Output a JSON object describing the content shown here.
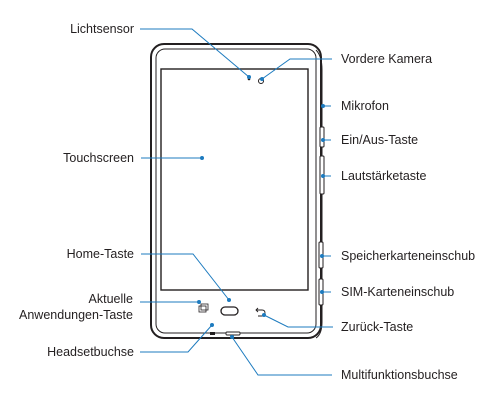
{
  "colors": {
    "leader": "#1d7bbf",
    "device_outline": "#231f20",
    "text": "#231f20"
  },
  "labels": {
    "lichtsensor": "Lichtsensor",
    "vordere_kamera": "Vordere Kamera",
    "mikrofon": "Mikrofon",
    "ein_aus_taste": "Ein/Aus-Taste",
    "touchscreen": "Touchscreen",
    "lautstaerketaste": "Lautstärketaste",
    "home_taste": "Home-Taste",
    "speicherkarteneinschub": "Speicherkarteneinschub",
    "sim_karteneinschub": "SIM-Karteneinschub",
    "aktuelle_line1": "Aktuelle",
    "aktuelle_line2": "Anwendungen-Taste",
    "zurueck_taste": "Zurück-Taste",
    "headsetbuchse": "Headsetbuchse",
    "multifunktionsbuchse": "Multifunktionsbuchse"
  }
}
